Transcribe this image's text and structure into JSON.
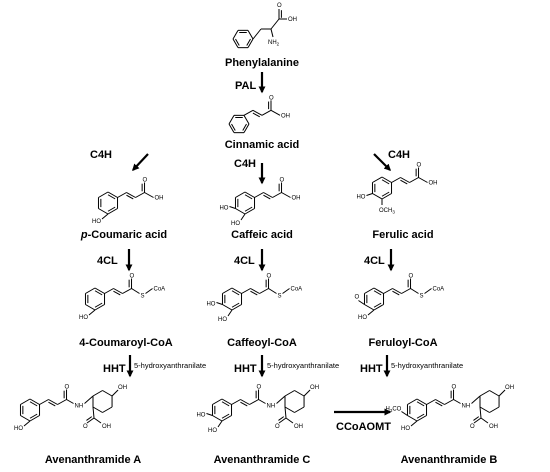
{
  "compounds": {
    "phenylalanine": "Phenylalanine",
    "cinnamic": "Cinnamic acid",
    "coumaric_prefix": "p",
    "coumaric_rest": "-Coumaric acid",
    "caffeic": "Caffeic acid",
    "ferulic": "Ferulic acid",
    "coumaroyl_coa": "4-Coumaroyl-CoA",
    "caffeoyl_coa": "Caffeoyl-CoA",
    "feruloyl_coa": "Feruloyl-CoA",
    "avn_a": "Avenanthramide A",
    "avn_c": "Avenanthramide C",
    "avn_b": "Avenanthramide B"
  },
  "enzymes": {
    "pal": "PAL",
    "c4h": "C4H",
    "cl4": "4CL",
    "hht": "HHT",
    "ccoaomt": "CCoAOMT"
  },
  "cosubstrate": {
    "left": "5-hydroxyanthranilate",
    "mid": "5-hydroxyanthranilate",
    "right": "5-hydroxyanthranilate"
  },
  "atoms": {
    "oh": "OH",
    "ho": "HO",
    "nh2": "NH",
    "nh2_sub": "2",
    "o": "O",
    "s": "S",
    "coa": "CoA",
    "och3": "OCH",
    "och3_sub": "3",
    "h3co": "H",
    "h3co_sub": "3",
    "h3co_rest": "CO",
    "nh": "NH",
    "methyl_o": "O"
  }
}
